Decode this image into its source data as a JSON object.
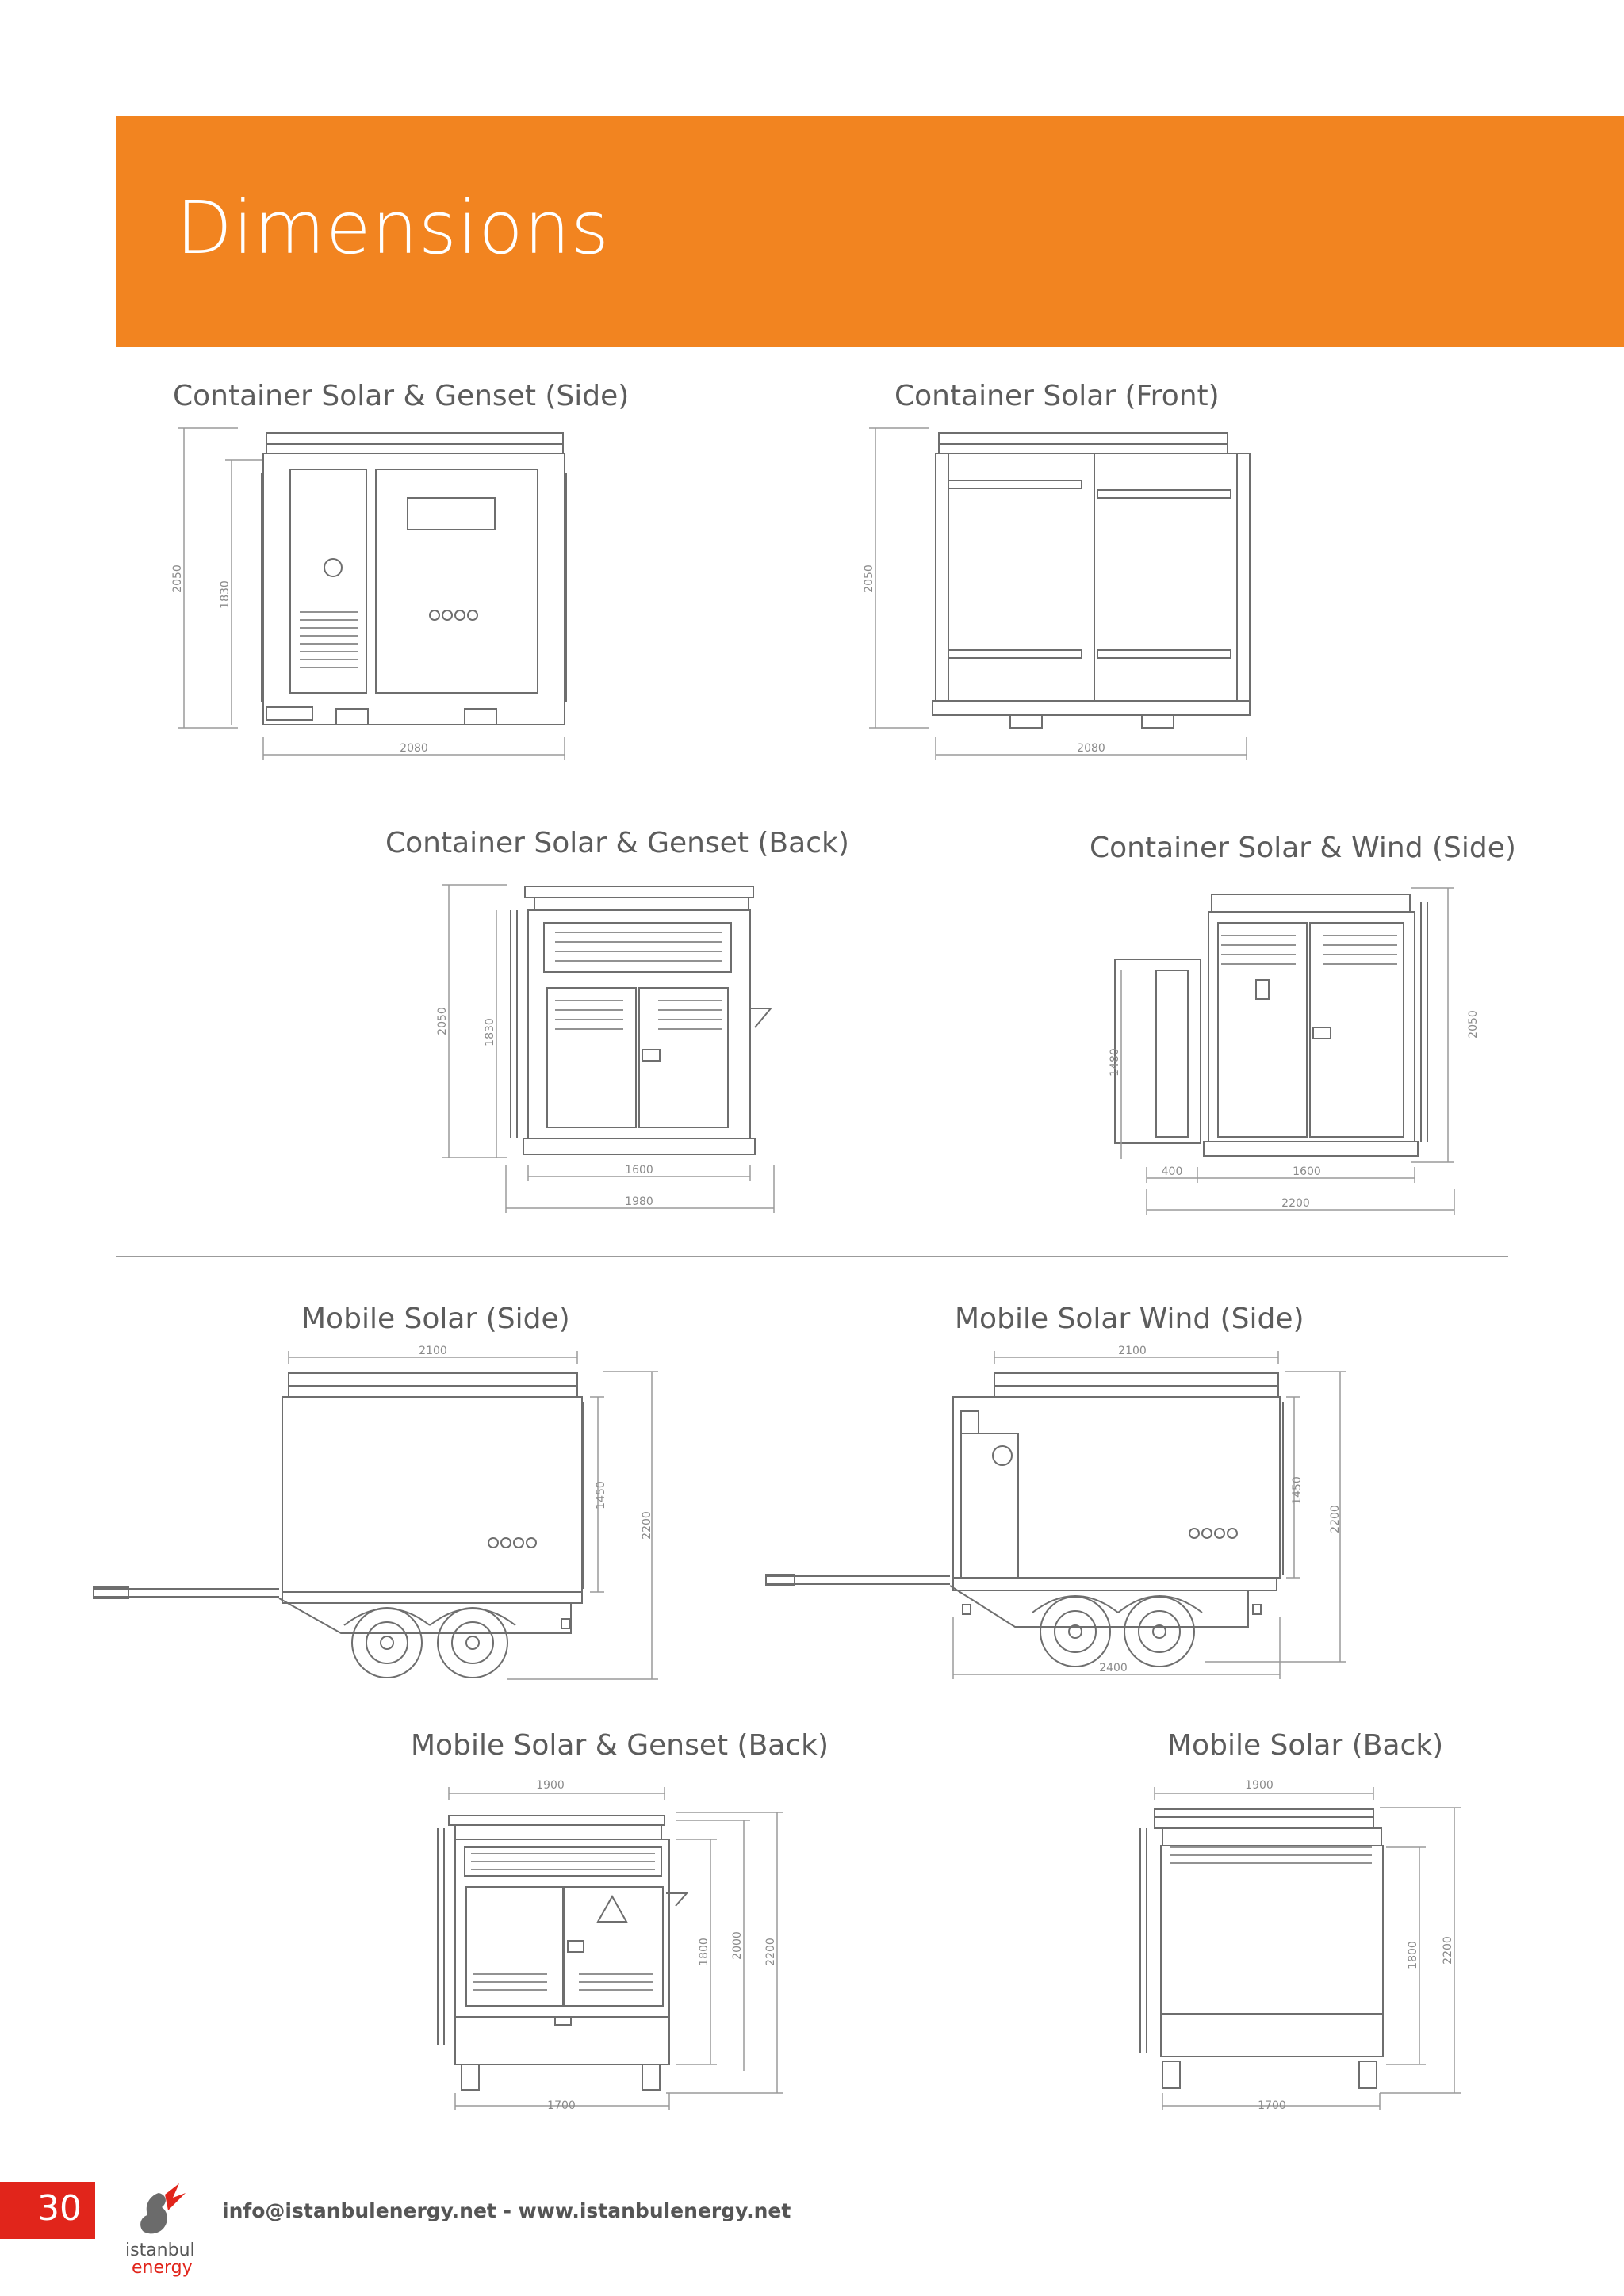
{
  "header": {
    "title": "Dimensions",
    "color": "#f28420"
  },
  "drawings": [
    {
      "caption": "Container Solar & Genset (Side)",
      "dims": [
        "2050",
        "1830",
        "2080"
      ]
    },
    {
      "caption": "Container Solar  (Front)",
      "dims": [
        "2050",
        "2080"
      ]
    },
    {
      "caption": "Container Solar & Genset (Back)",
      "dims": [
        "2050",
        "1830",
        "1600",
        "1980"
      ]
    },
    {
      "caption": "Container Solar & Wind  (Side)",
      "dims": [
        "1480",
        "2050",
        "400",
        "1600",
        "2200"
      ]
    },
    {
      "caption": "Mobile Solar (Side)",
      "dims": [
        "2100",
        "1450",
        "2200"
      ]
    },
    {
      "caption": "Mobile Solar Wind  (Side)",
      "dims": [
        "2100",
        "1450",
        "2200",
        "2400"
      ]
    },
    {
      "caption": "Mobile Solar & Genset (Back)",
      "dims": [
        "1900",
        "1800",
        "2000",
        "2200",
        "1700"
      ]
    },
    {
      "caption": "Mobile Solar (Back)",
      "dims": [
        "1900",
        "1800",
        "2200",
        "1700"
      ]
    }
  ],
  "footer": {
    "page_number": "30",
    "logo_text_top": "istanbul",
    "logo_text_bottom": "energy",
    "contact": "info@istanbulenergy.net - www.istanbulenergy.net",
    "accent": "#e1251b"
  }
}
